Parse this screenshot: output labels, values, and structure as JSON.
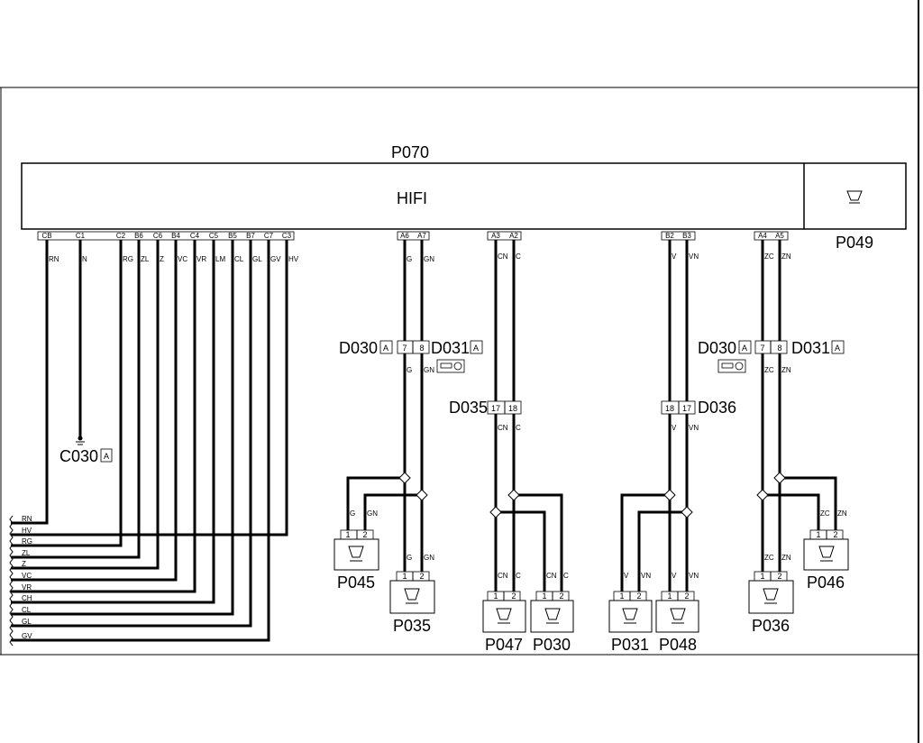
{
  "module": {
    "id": "P070",
    "name": "HIFI",
    "side_unit": "P049"
  },
  "pins": {
    "CB": "CB",
    "C1": "C1",
    "C2": "C2",
    "B6": "B6",
    "C6": "C6",
    "B4": "B4",
    "C4": "C4",
    "C5": "C5",
    "B5": "B5",
    "B7": "B7",
    "C7": "C7",
    "C3": "C3",
    "A6": "A6",
    "A7": "A7",
    "A3": "A3",
    "A2": "A2",
    "B2": "B2",
    "B3": "B3",
    "A4": "A4",
    "A5": "A5"
  },
  "wire_codes": {
    "CB": "RN",
    "C1": "N",
    "C2": "RG",
    "B6": "ZL",
    "C6": "Z",
    "B4": "VC",
    "C4": "VR",
    "C5": "LM",
    "B5": "CL",
    "B7": "GL",
    "C7": "GV",
    "C3": "HV",
    "A6": "G",
    "A7": "GN",
    "A3": "CN",
    "A2": "C",
    "B2": "V",
    "B3": "VN",
    "A4": "ZC",
    "A5": "ZN"
  },
  "ground": {
    "id": "C030",
    "tag": "A"
  },
  "bus_lines": [
    "RN",
    "HV",
    "RG",
    "ZL",
    "Z",
    "VC",
    "VR",
    "CH",
    "CL",
    "GL",
    "GV"
  ],
  "connectors": {
    "d030": "D030",
    "d031": "D031",
    "d035": "D035",
    "d036": "D036",
    "tag": "A",
    "pin7": "7",
    "pin8": "8",
    "pin17": "17",
    "pin18": "18"
  },
  "speakers": {
    "p045": "P045",
    "p035": "P035",
    "p047": "P047",
    "p030": "P030",
    "p031": "P031",
    "p048": "P048",
    "p036": "P036",
    "p046": "P046",
    "pin1": "1",
    "pin2": "2"
  }
}
